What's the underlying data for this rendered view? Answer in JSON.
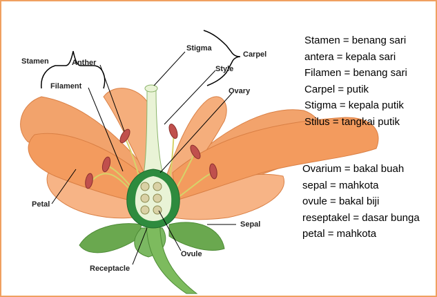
{
  "labels": {
    "stamen": "Stamen",
    "anther": "Anther",
    "filament": "Filament",
    "stigma": "Stigma",
    "style": "Style",
    "carpel": "Carpel",
    "ovary": "Ovary",
    "petal": "Petal",
    "sepal": "Sepal",
    "ovule": "Ovule",
    "receptacle": "Receptacle"
  },
  "glossary_top": [
    "Stamen = benang sari",
    "antera = kepala sari",
    "Filamen = benang sari",
    "Carpel = putik",
    "Stigma = kepala putik",
    "Stilus = tangkai putik"
  ],
  "glossary_bottom": [
    "Ovarium = bakal buah",
    "sepal = mahkota",
    "ovule = bakal biji",
    "reseptakel = dasar bunga",
    "petal = mahkota"
  ],
  "colors": {
    "petal": "#f4a36b",
    "petal_dark": "#e0844a",
    "sepal": "#6aa84f",
    "anther": "#c0504d",
    "filament": "#d6d36a",
    "ovary": "#2e8b3e",
    "ovule": "#f0e8c0",
    "frame": "#f0a060"
  }
}
